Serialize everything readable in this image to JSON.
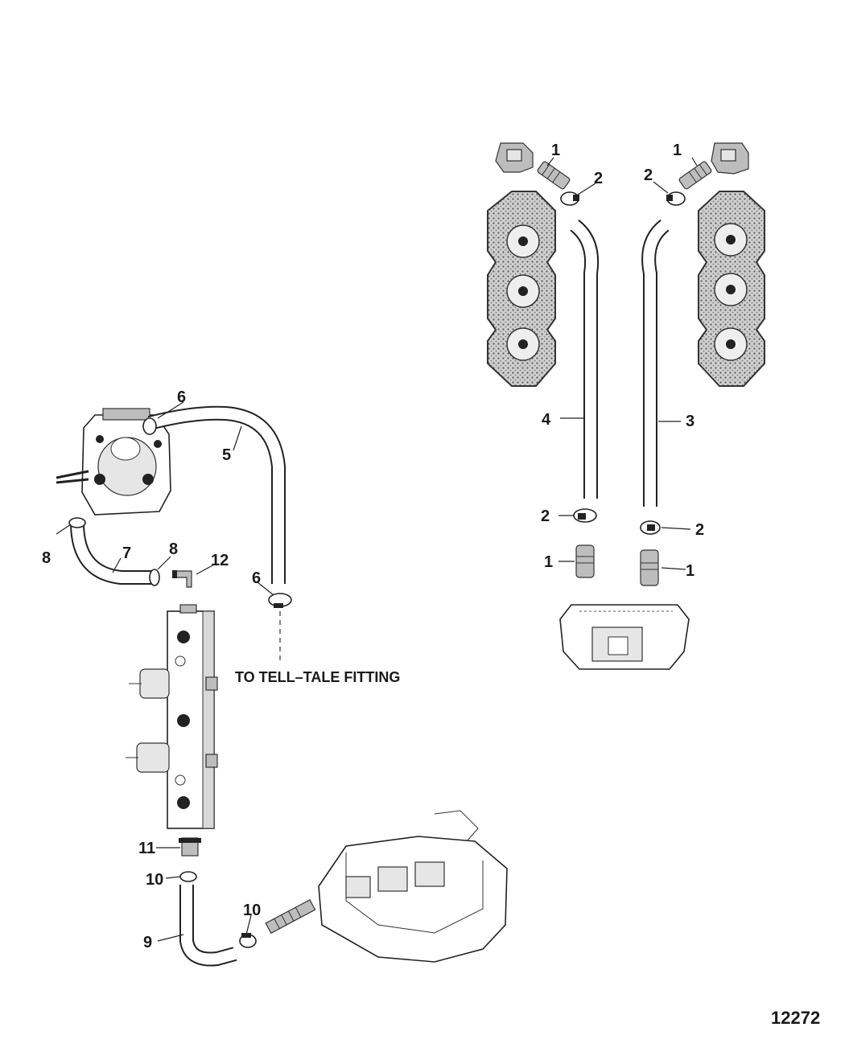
{
  "diagram": {
    "note": "TO TELL–TALE FITTING",
    "figure_number": "12272",
    "callouts": {
      "n1": "1",
      "n2": "2",
      "n3": "3",
      "n4": "4",
      "n5": "5",
      "n6": "6",
      "n7": "7",
      "n8": "8",
      "n9": "9",
      "n10": "10",
      "n11": "11",
      "n12": "12"
    }
  }
}
